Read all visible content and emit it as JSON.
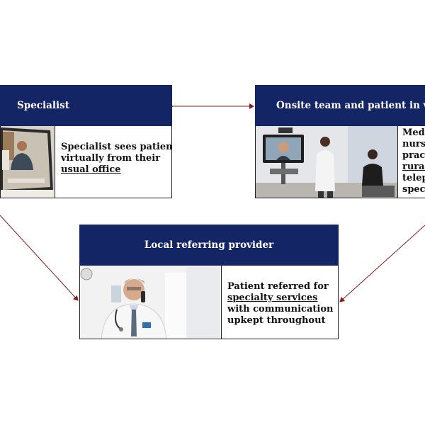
{
  "specialist": {
    "title": "Specialist",
    "text": [
      "Specialist sees patient",
      "virtually from their"
    ],
    "underlined": "usual office"
  },
  "onsite": {
    "title": "Onsite team and patient in virt",
    "text": [
      "Medi",
      "nurs",
      "pract"
    ],
    "underlined": "rural",
    "text_after": [
      "telep",
      "speci"
    ]
  },
  "local": {
    "title": "Local referring provider",
    "line1": "Patient referred for",
    "underlined": "specialty services",
    "line3": "with communication",
    "line4": "upkept throughout"
  },
  "colors": {
    "header": "#142565",
    "arrow": "#8b1a1a"
  }
}
